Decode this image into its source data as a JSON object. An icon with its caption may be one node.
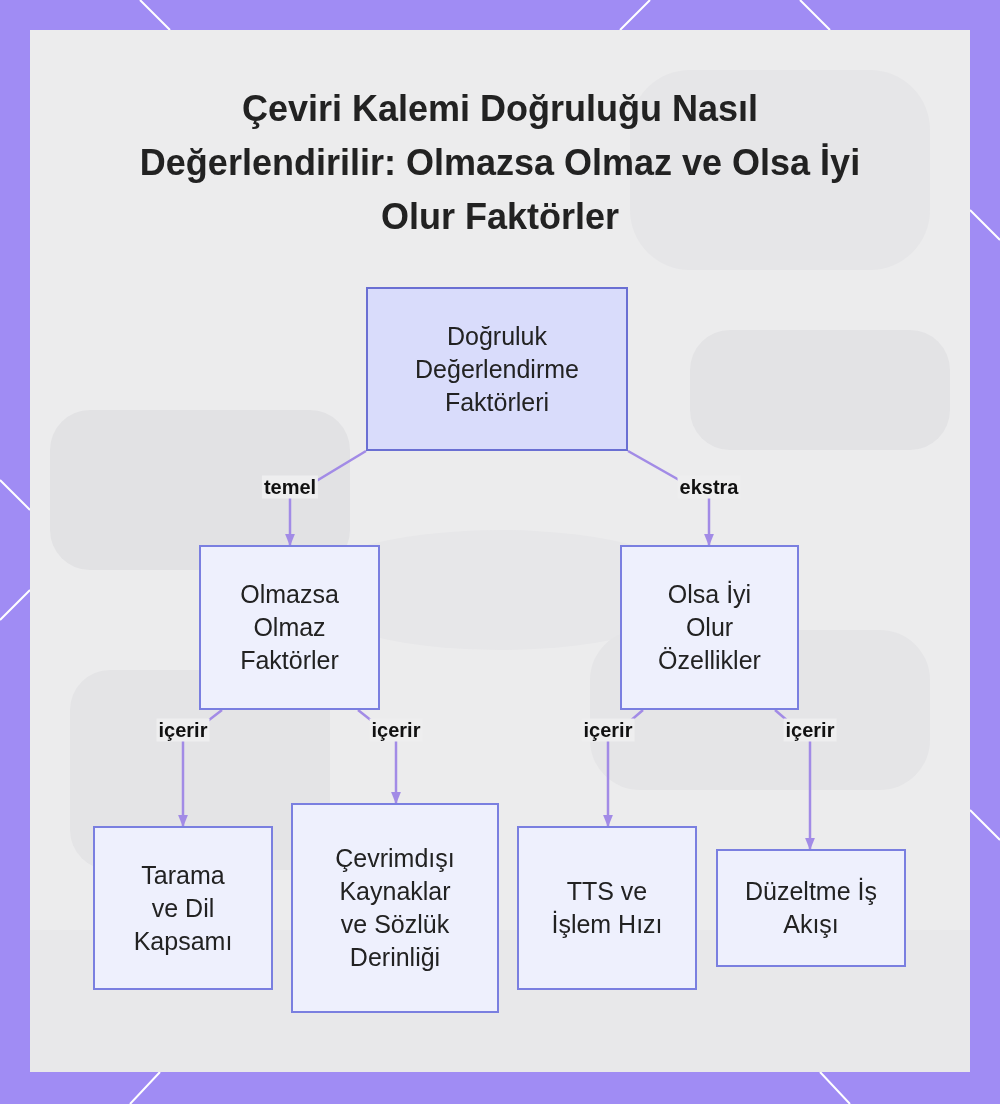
{
  "diagram": {
    "title": "Çeviri Kalemi Doğruluğu Nasıl Değerlendirilir: Olmazsa Olmaz ve Olsa İyi Olur Faktörler",
    "nodes": [
      {
        "text": [
          "Doğruluk Değerlendirme Faktörleri"
        ]
      },
      {
        "text": [
          "Olmazsa Olmaz Faktörler"
        ]
      },
      {
        "text": [
          "Olsa İyi Olur Özellikler"
        ]
      },
      {
        "text": [
          "Tarama ve Dil Kapsamı"
        ]
      },
      {
        "text": [
          "Çevrimdışı Kaynaklar ve Sözlük Derinliği"
        ]
      },
      {
        "text": [
          "TTS ve İşlem Hızı"
        ]
      },
      {
        "text": [
          "Düzeltme İş Akışı"
        ]
      }
    ],
    "edges": [
      {
        "from": 0,
        "to": 1,
        "arrow": "to",
        "label": "temel"
      },
      {
        "from": 0,
        "to": 2,
        "arrow": "to",
        "label": "ekstra"
      },
      {
        "from": 1,
        "to": 3,
        "arrow": "to",
        "label": "içerir"
      },
      {
        "from": 1,
        "to": 4,
        "arrow": "to",
        "label": "içerir"
      },
      {
        "from": 2,
        "to": 5,
        "arrow": "to",
        "label": "içerir"
      },
      {
        "from": 2,
        "to": 6,
        "arrow": "to",
        "label": "içerir"
      }
    ]
  }
}
